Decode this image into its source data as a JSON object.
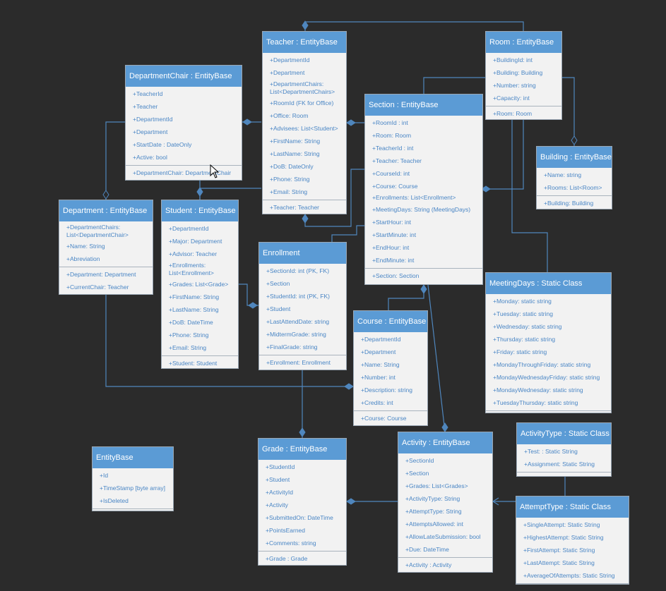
{
  "classes": {
    "teacher": {
      "title": "Teacher :  EntityBase",
      "fields": [
        "+DepartmentId",
        "+Department",
        "+DepartmentChairs: List<DepartmentChairs>",
        "+RoomId (FK for Office)",
        "+Office: Room",
        "+Advisees: List<Student>",
        "+FirstName: String",
        "+LastName: String",
        "+DoB: DateOnly",
        "+Phone: String",
        "+Email: String"
      ],
      "methods": [
        "+Teacher: Teacher"
      ]
    },
    "room": {
      "title": "Room : EntityBase",
      "fields": [
        "+BuildingId: int",
        "+Building: Building",
        "+Number: string",
        "+Capacity: int"
      ],
      "methods": [
        "+Room: Room"
      ]
    },
    "departmentchair": {
      "title": "DepartmentChair : EntityBase",
      "fields": [
        "+TeacherId",
        "+Teacher",
        "+DepartmentId",
        "+Department",
        "+StartDate : DateOnly",
        "+Active: bool"
      ],
      "methods": [
        "+DepartmentChair: DepartmentChair"
      ]
    },
    "section": {
      "title": "Section : EntityBase",
      "fields": [
        "+RoomId : int",
        "+Room: Room",
        "+TeacherId : int",
        "+Teacher: Teacher",
        "+CourseId: int",
        "+Course: Course",
        "+Enrollments: List<Enrollment>",
        "+MeetingDays: String (MeetingDays)",
        "+StartHour: int",
        "+StartMinute: int",
        "+EndHour: int",
        "+EndMinute: int"
      ],
      "methods": [
        "+Section: Section"
      ]
    },
    "building": {
      "title": "Building : EntityBase",
      "fields": [
        "+Name: string",
        "+Rooms: List<Room>"
      ],
      "methods": [
        "+Building: Building"
      ]
    },
    "department": {
      "title": "Department : EntityBase",
      "fields": [
        "+DepartmentChairs: List<DepartmentChair>",
        "+Name: String",
        "+Abreviation"
      ],
      "methods": [
        "+Department: Department",
        "+CurrentChair: Teacher"
      ]
    },
    "student": {
      "title": "Student : EntityBase",
      "fields": [
        "+DepartmentId",
        "+Major: Department",
        "+Advisor: Teacher",
        "+Enrollments: List<Enrollment>",
        "+Grades: List<Grade>",
        "+FirstName: String",
        "+LastName: String",
        "+DoB: DateTime",
        "+Phone: String",
        "+Email: String"
      ],
      "methods": [
        "+Student: Student"
      ]
    },
    "enrollment": {
      "title": "Enrollment",
      "fields": [
        "+SectionId: int (PK, FK)",
        "+Section",
        "+StudentId: int (PK, FK)",
        "+Student",
        "+LastAttendDate: string",
        "+MidtermGrade: string",
        "+FinalGrade: string"
      ],
      "methods": [
        "+Enrollment: Enrollment"
      ]
    },
    "meetingdays": {
      "title": "MeetingDays : Static Class",
      "fields": [
        "+Monday: static string",
        "+Tuesday: static string",
        "+Wednesday: static string",
        "+Thursday: static string",
        "+Friday: static string",
        "+MondayThroughFriday: static string",
        "+MondayWednesdayFriday: static string",
        "+MondayWednesday: static string",
        "+TuesdayThursday: static string"
      ],
      "methods": []
    },
    "course": {
      "title": "Course : EntityBase",
      "fields": [
        "+DepartmentId",
        "+Department",
        "+Name: String",
        "+Number: int",
        "+Description: string",
        "+Credits: int"
      ],
      "methods": [
        "+Course: Course"
      ]
    },
    "activitytype": {
      "title": "ActivityType : Static Class",
      "fields": [
        "+Test: : Static String",
        "+Assignment: Static String"
      ],
      "methods": []
    },
    "entitybase": {
      "title": "EntityBase",
      "fields": [
        "+Id",
        "+TimeStamp [byte array]",
        "+IsDeleted"
      ],
      "methods": []
    },
    "grade": {
      "title": "Grade : EntityBase",
      "fields": [
        "+StudentId",
        "+Student",
        "+ActivityId",
        "+Activity",
        "+SubmittedOn: DateTime",
        "+PointsEarned",
        "+Comments: string"
      ],
      "methods": [
        "+Grade : Grade"
      ]
    },
    "activity": {
      "title": "Activity : EntityBase",
      "fields": [
        "+SectionId",
        "+Section",
        "+Grades: List<Grades>",
        "+ActivityType: String",
        "+AttemptType: String",
        "+AttemptsAllowed: int",
        "+AllowLateSubmission: bool",
        "+Due: DateTime"
      ],
      "methods": [
        "+Activity : Activity"
      ]
    },
    "attempttype": {
      "title": "AttemptType : Static Class",
      "fields": [
        "+SingleAttempt: Static String",
        "+HighestAttempt: Static String",
        "+FirstAttempt: Static String",
        "+LastAttempt: Static String",
        "+AverageOfAttempts: Static String"
      ],
      "methods": []
    }
  },
  "colors": {
    "background": "#2b2b2b",
    "header": "#5b9bd5",
    "body": "#f2f2f2",
    "text": "#4a86c5",
    "connector": "#4f86bd"
  }
}
